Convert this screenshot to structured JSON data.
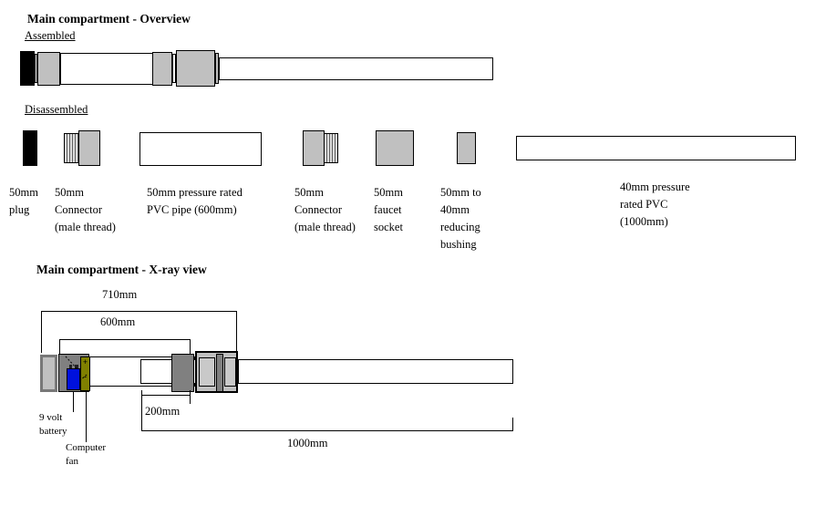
{
  "overview": {
    "title": "Main compartment - Overview",
    "assembled_label": "Assembled",
    "disassembled_label": "Disassembled"
  },
  "parts": [
    {
      "id": "plug",
      "label": "50mm plug"
    },
    {
      "id": "connector-1",
      "label": "50mm Connector (male thread)"
    },
    {
      "id": "pipe-600",
      "label": "50mm pressure rated PVC pipe (600mm)"
    },
    {
      "id": "connector-2",
      "label": "50mm Connector (male thread)"
    },
    {
      "id": "faucet-socket",
      "label": "50mm faucet socket"
    },
    {
      "id": "reducing-bushing",
      "label": "50mm to 40mm reducing bushing"
    },
    {
      "id": "pipe-1000",
      "label": "40mm pressure rated PVC (1000mm)"
    }
  ],
  "xray": {
    "title": "Main compartment - X-ray view",
    "dim_overall": "710mm",
    "dim_pipe600": "600mm",
    "dim_overlap": "200mm",
    "dim_pipe1000": "1000mm",
    "battery_label": "9 volt battery",
    "fan_label": "Computer fan",
    "fan_plus": "+",
    "fan_minus": "-"
  },
  "colors": {
    "part_gray": "#c0c0c0",
    "xray_dark_gray": "#808080",
    "battery_blue": "#0011dd",
    "fan_olive": "#808000",
    "plug_black": "#000000",
    "background": "#ffffff"
  }
}
